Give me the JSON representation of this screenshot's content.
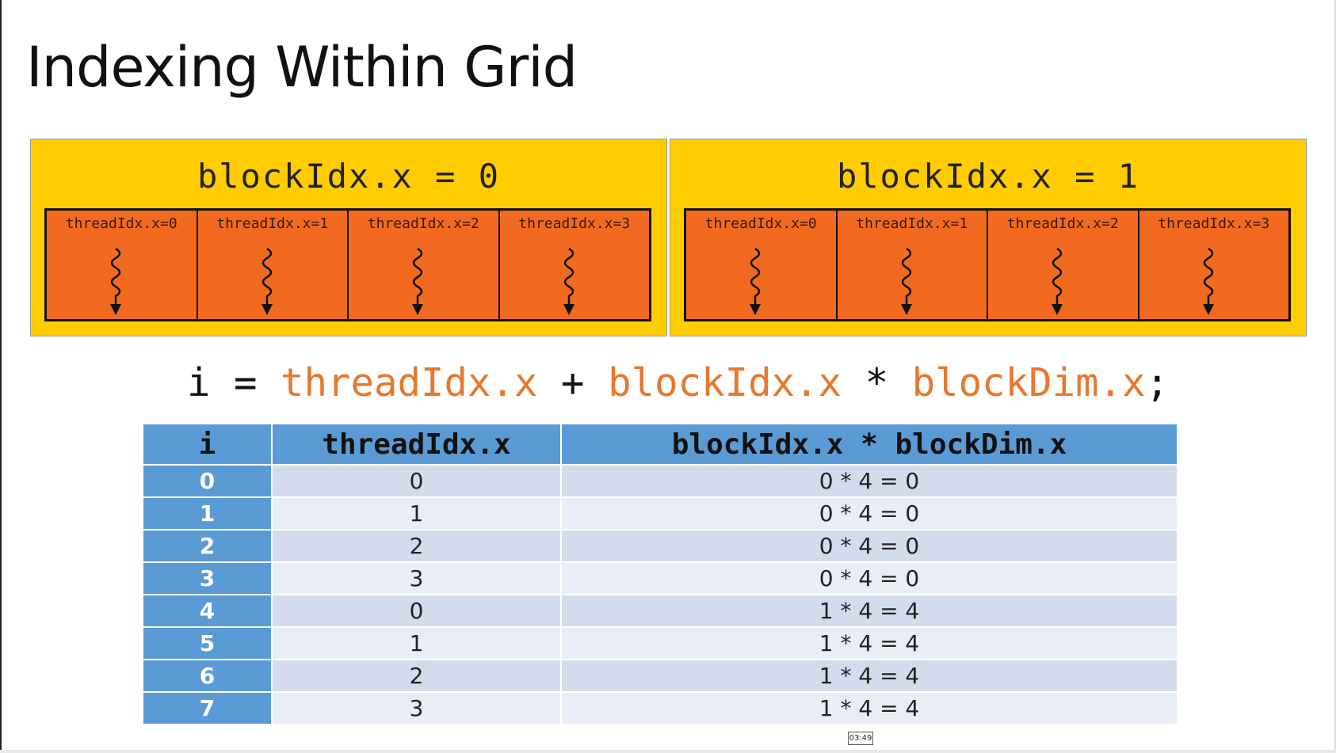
{
  "slide": {
    "title": "Indexing Within Grid"
  },
  "blocks": [
    {
      "label": "blockIdx.x = 0",
      "threads": [
        "threadIdx.x=0",
        "threadIdx.x=1",
        "threadIdx.x=2",
        "threadIdx.x=3"
      ]
    },
    {
      "label": "blockIdx.x = 1",
      "threads": [
        "threadIdx.x=0",
        "threadIdx.x=1",
        "threadIdx.x=2",
        "threadIdx.x=3"
      ]
    }
  ],
  "formula": {
    "lhs": "i",
    "eq": " = ",
    "term1": "threadIdx.x",
    "plus": " + ",
    "term2": "blockIdx.x",
    "times": " * ",
    "term3": "blockDim.x",
    "end": ";"
  },
  "table": {
    "headers": [
      "i",
      "threadIdx.x",
      "blockIdx.x * blockDim.x"
    ],
    "rows": [
      [
        "0",
        "0",
        "0 * 4 = 0"
      ],
      [
        "1",
        "1",
        "0 * 4 = 0"
      ],
      [
        "2",
        "2",
        "0 * 4 = 0"
      ],
      [
        "3",
        "3",
        "0 * 4 = 0"
      ],
      [
        "4",
        "0",
        "1 * 4 = 4"
      ],
      [
        "5",
        "1",
        "1 * 4 = 4"
      ],
      [
        "6",
        "2",
        "1 * 4 = 4"
      ],
      [
        "7",
        "3",
        "1 * 4 = 4"
      ]
    ]
  },
  "player": {
    "timestamp": "03:49"
  },
  "colors": {
    "block": "#ffcc00",
    "thread": "#f26a1f",
    "formula_var": "#e6782e",
    "table_header": "#5b9bd5"
  },
  "icons": {
    "thread_marker": "squiggly-arrow-icon"
  }
}
